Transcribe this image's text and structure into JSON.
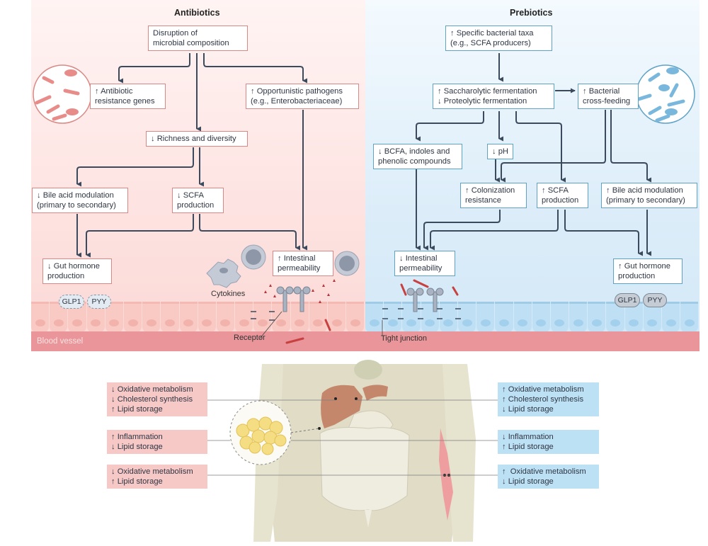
{
  "antibiotics": {
    "title": "Antibiotics",
    "disruption": "Disruption of\nmicrobial composition",
    "resistance": "↑ Antibiotic\nresistance genes",
    "pathogens": "↑ Opportunistic pathogens\n(e.g., Enterobacteriaceae)",
    "richness": "↓ Richness and diversity",
    "bile": "↓ Bile acid modulation\n(primary to secondary)",
    "scfa": "↓ SCFA\nproduction",
    "gut_hormone": "↓ Gut hormone\nproduction",
    "permeability": "↑ Intestinal\npermeability",
    "glp1": "GLP1",
    "pyy": "PYY",
    "cytokines": "Cytokines",
    "receptor": "Receptor",
    "blood_vessel": "Blood vessel"
  },
  "prebiotics": {
    "title": "Prebiotics",
    "taxa": "↑ Specific bacterial taxa\n(e.g., SCFA producers)",
    "fermentation": "↑ Saccharolytic fermentation\n↓ Proteolytic fermentation",
    "cross_feeding": "↑ Bacterial\ncross-feeding",
    "bcfa": "↓ BCFA, indoles and\nphenolic compounds",
    "ph": "↓ pH",
    "colonization": "↑ Colonization\nresistance",
    "scfa": "↑ SCFA\nproduction",
    "bile": "↑ Bile acid modulation\n(primary to secondary)",
    "permeability": "↓ Intestinal\npermeability",
    "gut_hormone": "↑ Gut hormone\nproduction",
    "glp1": "GLP1",
    "pyy": "PYY",
    "tight_junction": "Tight junction"
  },
  "effects_antibiotics": [
    "↓ Oxidative metabolism\n↓ Cholesterol synthesis\n↑ Lipid storage",
    "↑ Inflammation\n↓ Lipid storage",
    "↓ Oxidative metabolism\n↑ Lipid storage"
  ],
  "effects_prebiotics": [
    "↑ Oxidative metabolism\n↑ Cholesterol synthesis\n↓ Lipid storage",
    "↓ Inflammation\n↑ Lipid storage",
    "↑  Oxidative metabolism\n↓ Lipid storage"
  ],
  "colors": {
    "antibiotic_accent": "#d98985",
    "prebiotic_accent": "#5ea2c6",
    "arrow": "#3c4a5e"
  }
}
